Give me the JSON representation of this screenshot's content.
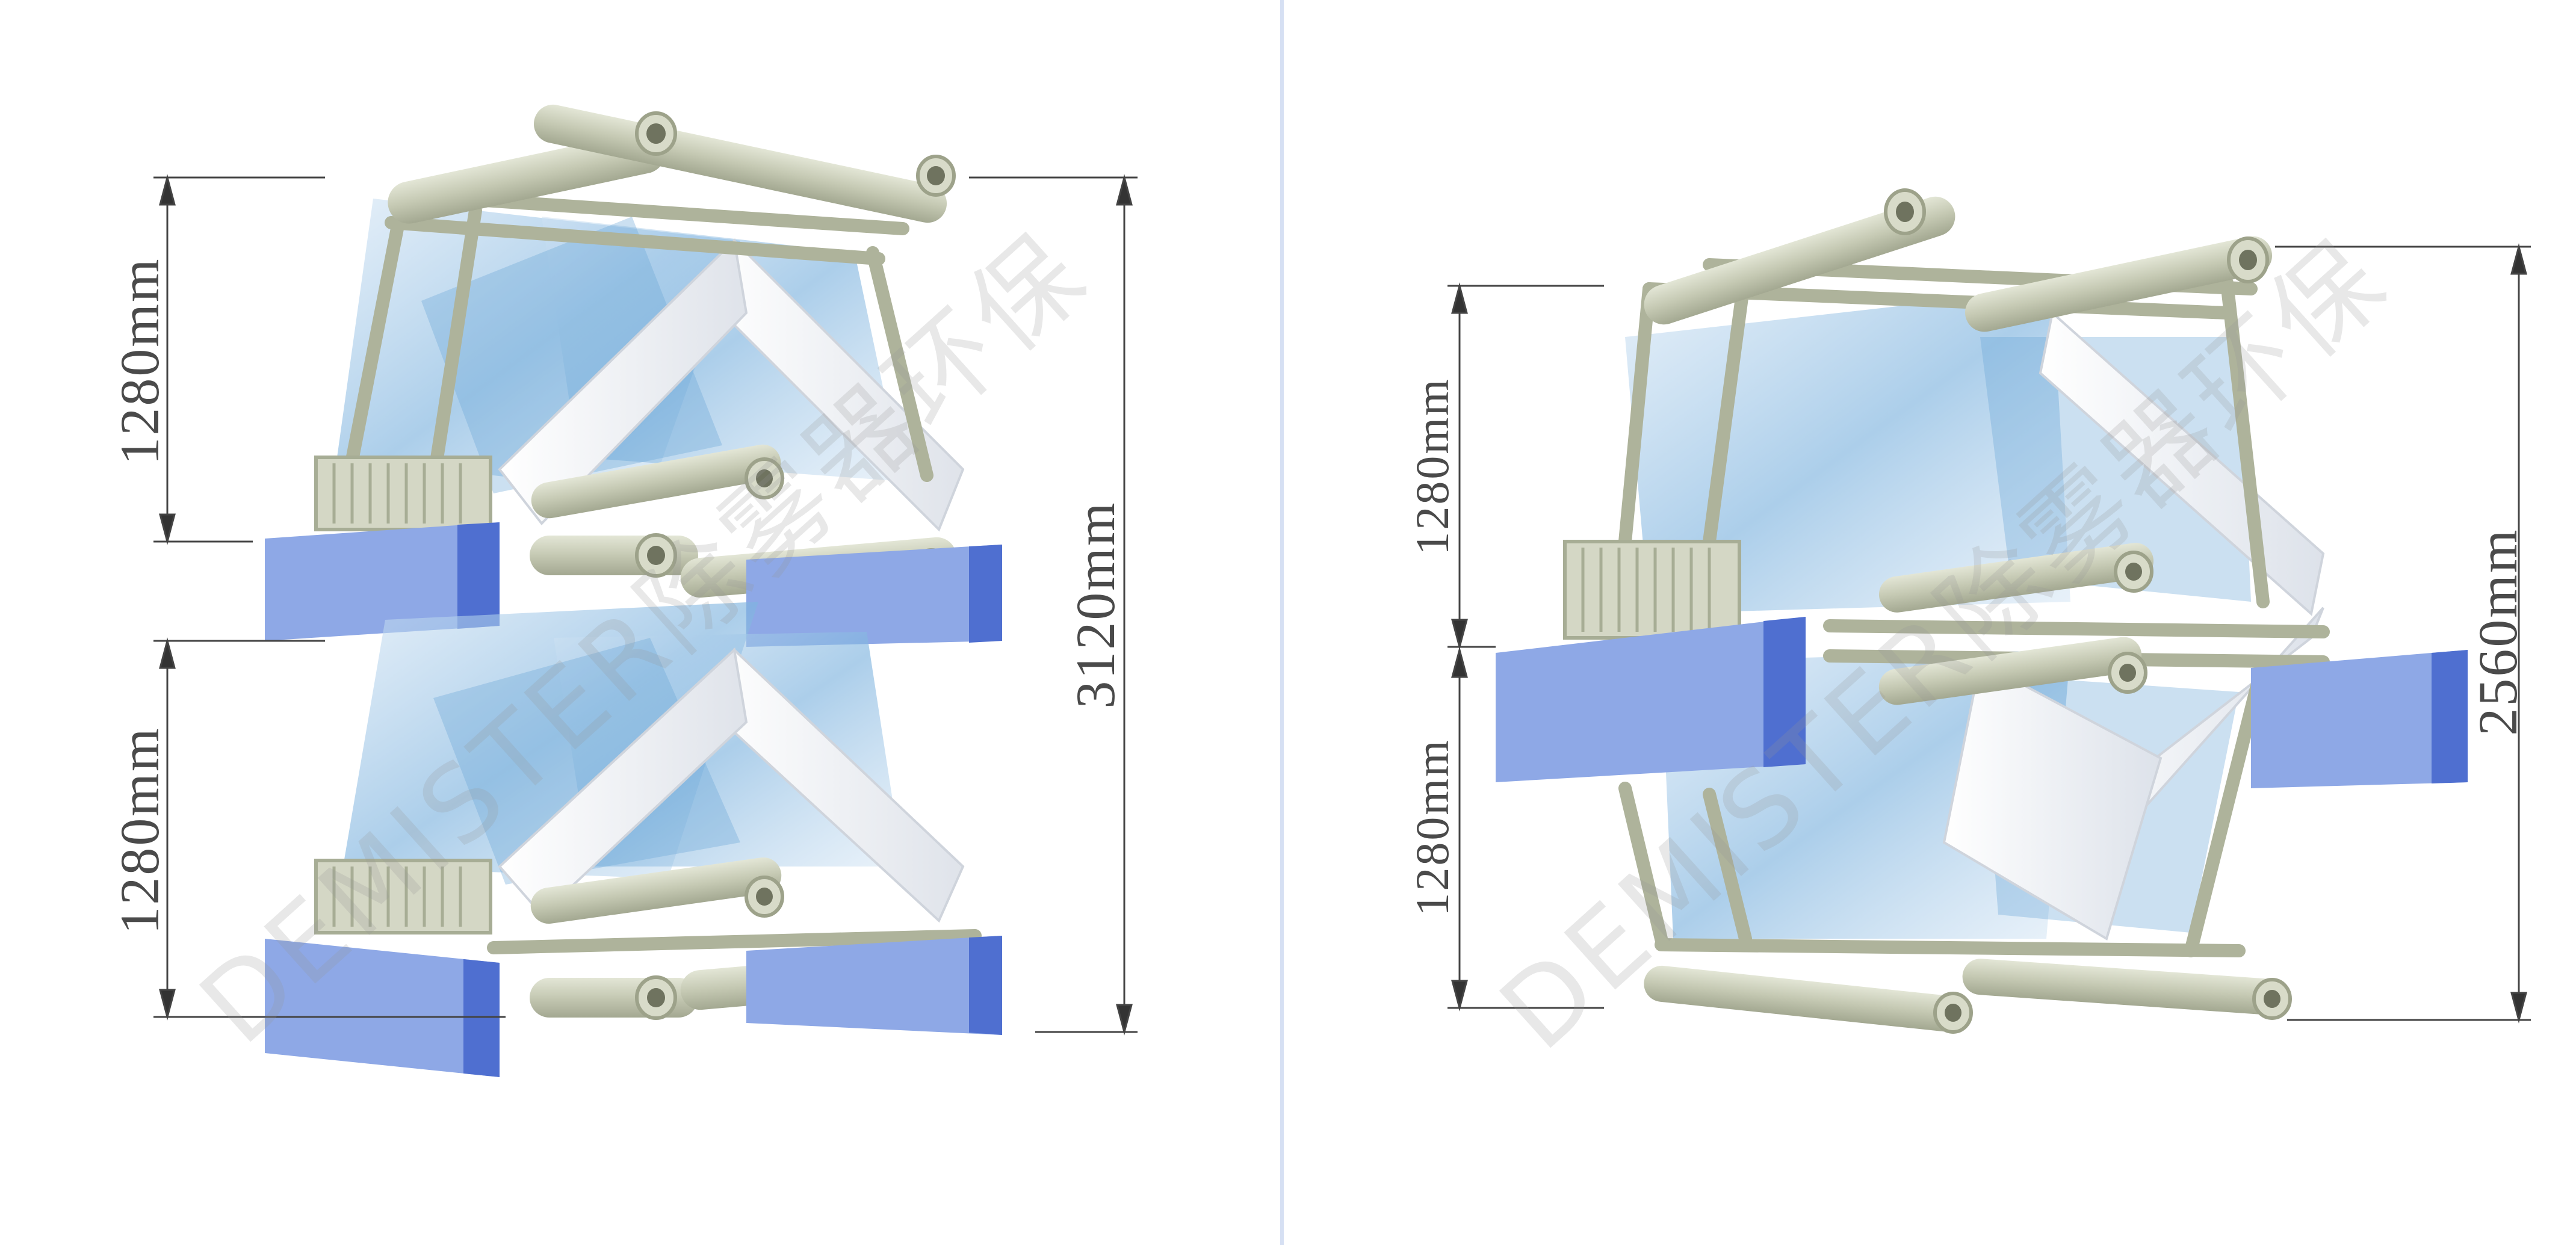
{
  "left_panel": {
    "dimensions": {
      "upper_stage": "1280mm",
      "lower_stage": "1280mm",
      "total_height": "3120mm"
    }
  },
  "right_panel": {
    "dimensions": {
      "upper_stage": "1280mm",
      "lower_stage": "1280mm",
      "total_height": "2560mm"
    }
  },
  "watermark": {
    "text": "DEMISTER除雾器环保"
  },
  "colors": {
    "frame": "#c9cdb8",
    "frame_dark": "#a7ad95",
    "mesh": "#8fbde0",
    "duct": "#8ea8e6",
    "duct_dark": "#4f6fd0",
    "dimension_line": "#444444",
    "divider": "#d6e0f3"
  }
}
